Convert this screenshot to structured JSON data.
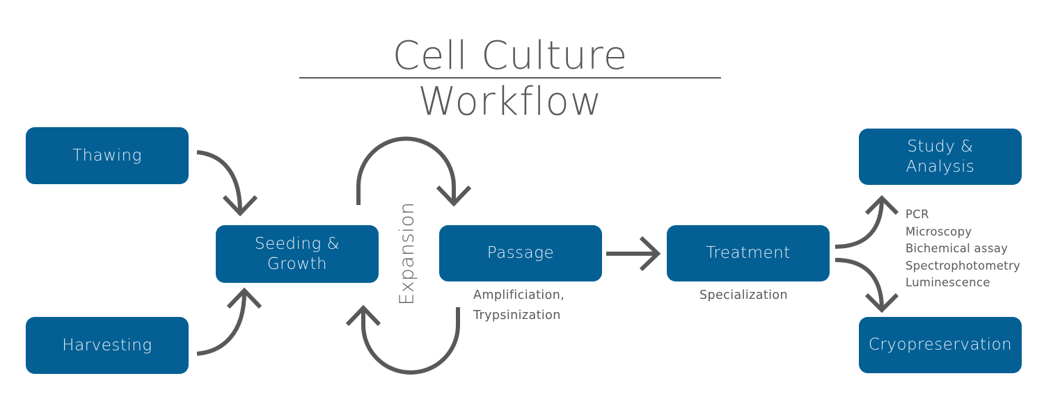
{
  "title": "Cell Culture Workflow",
  "colors": {
    "node_fill": "#035f94",
    "node_text": "#e9f1f7",
    "arrow": "#58595b",
    "text": "#58595b"
  },
  "nodes": {
    "thawing": "Thawing",
    "harvesting": "Harvesting",
    "seeding_line1": "Seeding &",
    "seeding_line2": "Growth",
    "passage": "Passage",
    "treatment": "Treatment",
    "study_line1": "Study &",
    "study_line2": "Analysis",
    "cryopreservation": "Cryopreservation"
  },
  "labels": {
    "expansion": "Expansion",
    "passage_sub_line1": "Amplificiation,",
    "passage_sub_line2": "Trypsinization",
    "treatment_sub": "Specialization"
  },
  "analysis_methods": [
    "PCR",
    "Microscopy",
    "Bichemical assay",
    "Spectrophotometry",
    "Luminescence"
  ],
  "edges": [
    {
      "from": "Thawing",
      "to": "Seeding & Growth"
    },
    {
      "from": "Harvesting",
      "to": "Seeding & Growth"
    },
    {
      "from": "Seeding & Growth",
      "to": "Passage",
      "label": "Expansion"
    },
    {
      "from": "Passage",
      "to": "Seeding & Growth",
      "label": "Expansion"
    },
    {
      "from": "Passage",
      "to": "Treatment"
    },
    {
      "from": "Treatment",
      "to": "Study & Analysis"
    },
    {
      "from": "Treatment",
      "to": "Cryopreservation"
    }
  ]
}
